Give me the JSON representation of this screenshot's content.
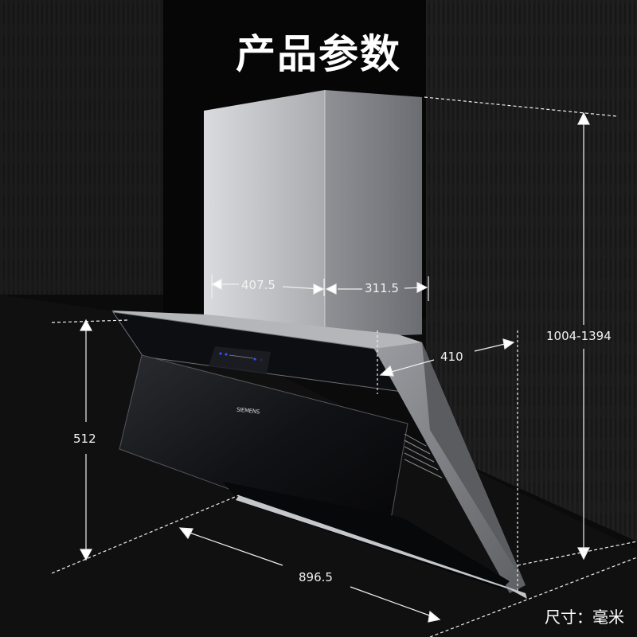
{
  "title": "产品参数",
  "product": {
    "type": "range-hood",
    "brand_label": "SIEMENS"
  },
  "dimensions": {
    "chimney_width": "407.5",
    "chimney_depth": "311.5",
    "hood_depth": "410",
    "total_height": "1004-1394",
    "hood_height": "512",
    "hood_width": "896.5"
  },
  "unit_label": "尺寸：毫米",
  "colors": {
    "background": "#0b0b0b",
    "wall": "#1a1a1a",
    "steel_light": "#c9cbce",
    "steel_dark": "#6e7075",
    "glass": "#0e0f12",
    "text": "#ffffff",
    "indicator_led": "#3a4bff"
  }
}
